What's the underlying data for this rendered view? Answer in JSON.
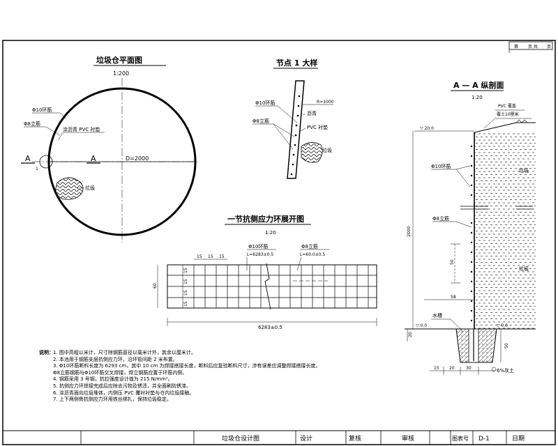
{
  "corner": {
    "sheet": "第",
    "pages": "页 共",
    "page_suffix": "页"
  },
  "plan": {
    "title": "垃圾仓平面图",
    "scale": "1:200",
    "ring_rebar": "Φ10环筋",
    "vertical_rebar": "Φ8立筋",
    "pvc": "涂沥青 PVC 衬垫",
    "section_mark": "A",
    "node_mark": "1",
    "diameter": "D=2000",
    "garbage": "垃圾"
  },
  "node": {
    "title": "节点 1 大样",
    "ring_rebar": "Φ10环筋",
    "radius": "R=1000",
    "asphalt": "沥青",
    "vertical_rebar": "Φ8立筋",
    "pvc": "PVC 衬垫",
    "garbage": "垃圾"
  },
  "section": {
    "title": "A — A 纵剖面",
    "scale": "1:20",
    "pvc_cover": "PVC 覆盖",
    "soil_cover": "覆土10厘米",
    "elev_top": "▽ 20.0",
    "ring_rebar": "Φ10环筋",
    "garbage1": "垃圾",
    "vertical_rebar": "Φ8立筋",
    "height": "2000",
    "gap": "50",
    "garbage2": "垃圾",
    "dim_58": "58",
    "elev_base": "▽ 0.0",
    "elev_ground": "▽ 0.0",
    "dim_20": "20",
    "dim_50": "50",
    "concrete": "水槽",
    "dim_15": "15",
    "dim_20b": "20",
    "dim_30": "30",
    "soil": "6%灰土"
  },
  "expansion": {
    "title": "一节抗侧应力环展开图",
    "scale": "1:20",
    "ring_rebar": "Φ10环筋",
    "ring_len": "L=6283±0.5",
    "vertical_rebar": "Φ8立筋",
    "vert_len": "L=60.0±0.5",
    "spacing": [
      "15",
      "15",
      "15"
    ],
    "v_spacing": [
      "15",
      "15",
      "15",
      "15"
    ],
    "height": "60",
    "total_len": "6283±0.5"
  },
  "notes": {
    "title": "说明：",
    "items": [
      "1. 图中高程以米计，尺寸除钢筋直径以毫米计外，其余以厘米计。",
      "2. 本池用于钢筋支层抗侧应力环，沿环管间距 2 米布置。",
      "3. Φ10环筋断料长度为 6293 cm，其中 10 cm 为焊接搭接长度，断料后应复验断料尺寸，涉有误差应调整焊接搭接长度。",
      "   Φ8立筋钢筋与Φ10环筋交叉焊接，焊立钢筋应置于环筋内侧。",
      "4. 钢筋采用 3 号钢，抗拉强度设计值为 215 N/mm²。",
      "5. 抗侧应力环焊接完成后应除去污物及锈渍，并全面刷防锈漆。",
      "6. 涂沥青面向垃圾堆体，内侧压 PVC 覆衬衬垫与仓内垃圾接触。",
      "7. 上下两侧骨抗侧应力环用铁丝绑扎，保持垃圾稳定。"
    ]
  },
  "title_block": {
    "name": "垃圾仓设计图",
    "design": "设计",
    "check": "复核",
    "review": "审核",
    "drawing_no_label": "图表号",
    "drawing_no": "D-1",
    "date": "日期"
  }
}
